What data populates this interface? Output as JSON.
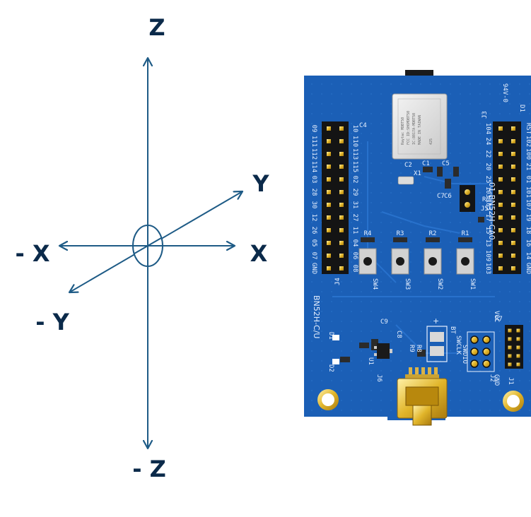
{
  "axes": {
    "z_pos": "Z",
    "z_neg": "- Z",
    "x_pos": "X",
    "x_neg": "- X",
    "y_pos": "Y",
    "y_neg": "- Y"
  },
  "board": {
    "name_vertical": "BN52H-C/U",
    "name_top": "01-BN52H-CA0",
    "ul_mark": "94V-0",
    "designators": {
      "j1": "J1",
      "j2": "J2",
      "j3": "J3",
      "j4": "J4",
      "j5": "J5",
      "j6": "J6",
      "d1": "D1",
      "d2": "D2",
      "u1": "U1",
      "x1": "X1",
      "bt": "BT",
      "sw1": "SW1",
      "sw2": "SW2",
      "sw3": "SW3",
      "sw4": "SW4",
      "r1": "R1",
      "r2": "R2",
      "r3": "R3",
      "r4": "R4",
      "r6": "R6",
      "r7": "R7",
      "r8": "R8",
      "r9": "R9",
      "c1": "C1",
      "c2": "C2",
      "c4": "C4",
      "c5": "C5",
      "c6": "C6",
      "c7": "C7",
      "c8": "C8",
      "c9": "C9"
    },
    "swd_labels": [
      "VCC",
      "SWCLK",
      "SWDIO",
      "GND"
    ],
    "plus_mark": "+",
    "left_header_pins": [
      "09",
      "111",
      "112",
      "114",
      "03",
      "28",
      "30",
      "12",
      "26",
      "05",
      "07",
      "GND"
    ],
    "left_header_pins2": [
      "10",
      "110",
      "113",
      "115",
      "02",
      "29",
      "31",
      "27",
      "11",
      "04",
      "06",
      "08"
    ],
    "right_header_pins": [
      "104",
      "24",
      "22",
      "20",
      "25",
      "103",
      "105",
      "17",
      "15",
      "13",
      "109",
      "103"
    ],
    "right_header_pins2": [
      "RST",
      "102",
      "100",
      "21",
      "01",
      "101",
      "107",
      "19",
      "18",
      "16",
      "14",
      "GND"
    ],
    "module_text": [
      "Raytac MDBT50",
      "FCC ID:SH6MDBT50",
      "IC:8017A-MDBT50",
      "MADE IN TAIWAN",
      "425"
    ]
  }
}
